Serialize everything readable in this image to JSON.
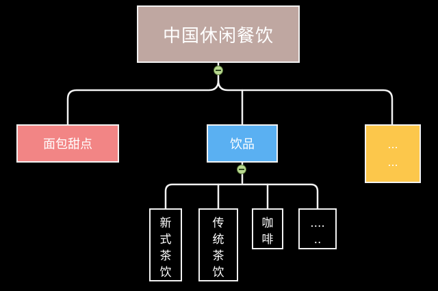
{
  "root": {
    "label": "中国休闲餐饮"
  },
  "level1": [
    {
      "label": "面包甜点",
      "color": "#f28585"
    },
    {
      "label": "饮品",
      "color": "#5ab0f2"
    },
    {
      "label_lines": [
        "...",
        "..."
      ],
      "color": "#fcc74b"
    }
  ],
  "level2": [
    {
      "chars": [
        "新",
        "式",
        "茶",
        "饮"
      ]
    },
    {
      "chars": [
        "传",
        "统",
        "茶",
        "饮"
      ]
    },
    {
      "chars": [
        "咖",
        "啡"
      ]
    },
    {
      "chars": [
        "....",
        ".."
      ]
    }
  ],
  "colors": {
    "background": "#000000",
    "connector": "#f3f3f3",
    "root": "#bfa7a1",
    "toggle": "#b8d88f"
  },
  "icons": {
    "collapse_toggle": "minus-circle-icon"
  }
}
